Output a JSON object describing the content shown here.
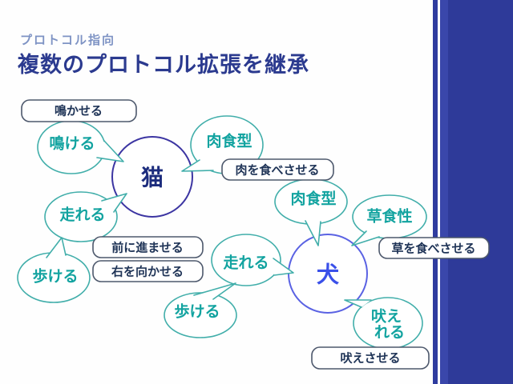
{
  "slide": {
    "kicker": "プロトコル指向",
    "title": "複数のプロトコル拡張を継承"
  },
  "colors": {
    "accent_band": "#2E3A99",
    "accent_band_light_stripe": "#3A47AB",
    "kicker_text": "#7E93C4",
    "title_text": "#2B3A8F",
    "protocol_bubble_outline": "#41AEAA",
    "protocol_bubble_text": "#12A3A0",
    "cat_circle_outline": "#3C35A2",
    "cat_text": "#1C2C7D",
    "dog_circle_outline": "#5A62E3",
    "dog_text": "#3A50E9",
    "method_box_border": "#4D586C",
    "method_box_text": "#1E3356"
  },
  "diagram": {
    "cat_label": "猫",
    "dog_label": "犬",
    "cat_bubbles": {
      "nakeru": "鳴ける",
      "nikushoku": "肉食型",
      "hashireru": "走れる",
      "arukeru": "歩ける"
    },
    "dog_bubbles": {
      "nikushoku": "肉食型",
      "soushoku": "草食性",
      "hashireru": "走れる",
      "arukeru": "歩ける",
      "hoereru_line1": "吠え",
      "hoereru_line2": "れる"
    },
    "methods": {
      "nakaseru": "鳴かせる",
      "niku_tabesaseru": "肉を食べさせる",
      "mae_susumaseru": "前に進ませる",
      "migi_mukaseru": "右を向かせる",
      "kusa_tabesaseru": "草を食べさせる",
      "hoesaseru": "吠えさせる"
    }
  }
}
